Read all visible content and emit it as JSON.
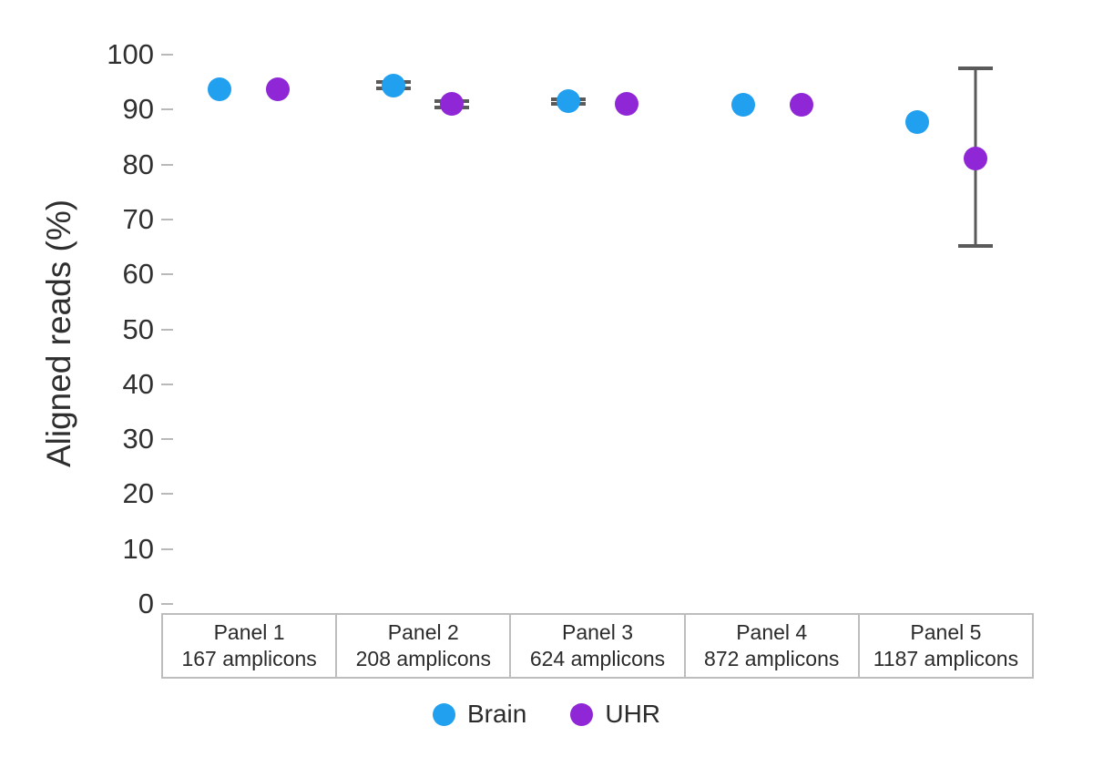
{
  "chart_data": {
    "type": "scatter",
    "title": "",
    "xlabel": "",
    "ylabel": "Aligned reads (%)",
    "ylim": [
      0,
      100
    ],
    "yticks": [
      0,
      10,
      20,
      30,
      40,
      50,
      60,
      70,
      80,
      90,
      100
    ],
    "ytick_labels": [
      "0",
      "10",
      "20",
      "30",
      "40",
      "50",
      "60",
      "70",
      "80",
      "90",
      "100"
    ],
    "grid": false,
    "legend_position": "bottom",
    "categories": [
      "Panel 1",
      "Panel 2",
      "Panel 3",
      "Panel 4",
      "Panel 5"
    ],
    "category_sublabels": [
      "167 amplicons",
      "208 amplicons",
      "624 amplicons",
      "872 amplicons",
      "1187 amplicons"
    ],
    "series": [
      {
        "name": "Brain",
        "color": "#21a0f0",
        "values": [
          93.7,
          94.4,
          91.5,
          90.8,
          87.7
        ],
        "err_low": [
          93.7,
          93.9,
          91.1,
          90.8,
          87.7
        ],
        "err_high": [
          93.7,
          95.0,
          91.9,
          90.8,
          87.7
        ]
      },
      {
        "name": "UHR",
        "color": "#8f27d6",
        "values": [
          93.7,
          91.0,
          91.1,
          90.8,
          81.1
        ],
        "err_low": [
          93.7,
          90.4,
          91.1,
          90.8,
          65.2
        ],
        "err_high": [
          93.7,
          91.6,
          91.1,
          90.8,
          97.5
        ]
      }
    ]
  },
  "legend": {
    "items": [
      {
        "label": "Brain",
        "color": "#21a0f0"
      },
      {
        "label": "UHR",
        "color": "#8f27d6"
      }
    ]
  },
  "axis": {
    "y_title": "Aligned reads (%)"
  },
  "colors": {
    "brain": "#21a0f0",
    "uhr": "#8f27d6",
    "errorbar": "#5a5a5a",
    "strip_border": "#bdbdbd",
    "text": "#2b2b2b",
    "tick_mark": "#b9b9b9",
    "background": "#ffffff"
  }
}
